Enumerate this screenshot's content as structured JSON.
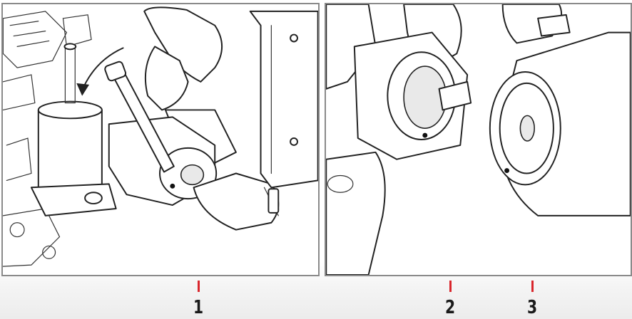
{
  "callouts": [
    {
      "label": "1"
    },
    {
      "label": "2"
    },
    {
      "label": "3"
    }
  ],
  "colors": {
    "tick": "#d9262c",
    "frame": "#8a8a8a",
    "linework": "#222222"
  }
}
